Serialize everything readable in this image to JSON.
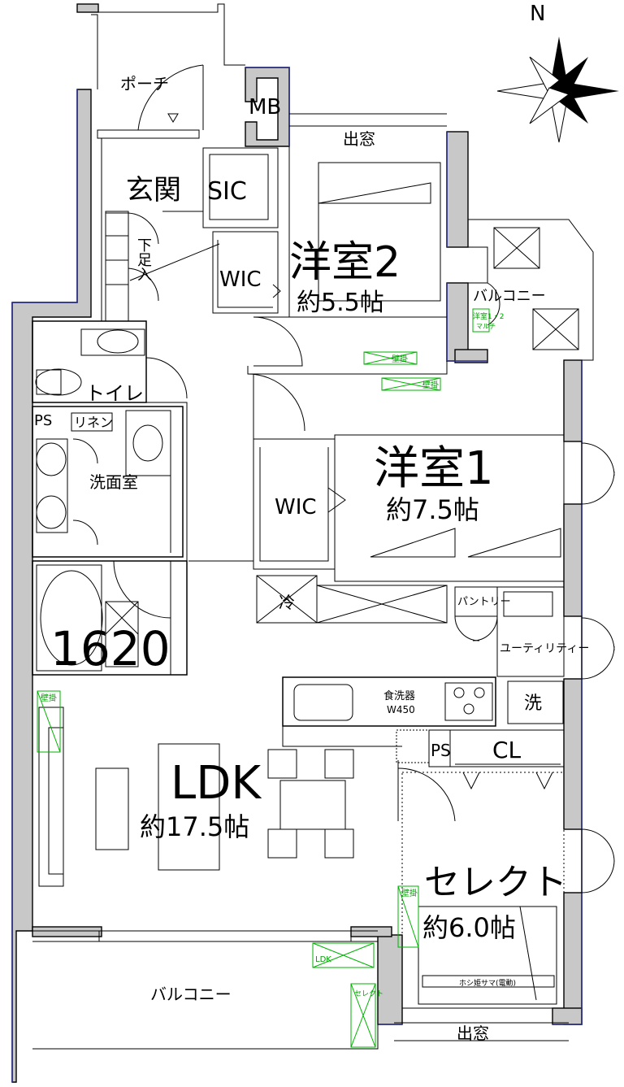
{
  "compass": {
    "label": "N"
  },
  "rooms": {
    "porch": "ポーチ",
    "mb": "MB",
    "entrance": "玄関",
    "sic": "SIC",
    "shoe_box": "下足入",
    "western2": {
      "name": "洋室2",
      "size": "約5.5帖"
    },
    "wic2": "WIC",
    "bay_window_top": "出窓",
    "balcony_small": "バルコニー",
    "toilet": "トイレ",
    "ps1": "PS",
    "linen": "リネン",
    "washroom": "洗面室",
    "western1": {
      "name": "洋室1",
      "size": "約7.5帖"
    },
    "wic1": "WIC",
    "bath": "1620",
    "fridge": "冷",
    "pantry": "パントリー",
    "utility": "ユーティリティー",
    "dishwasher": "食洗器",
    "dishwasher_size": "W450",
    "washer": "洗",
    "ps2": "PS",
    "cl": "CL",
    "ldk": {
      "name": "LDK",
      "size": "約17.5帖"
    },
    "select": {
      "name": "セレクト",
      "size": "約6.0帖"
    },
    "balcony_large": "バルコニー",
    "bay_window_bottom": "出窓"
  },
  "notes": {
    "wall_mount_1": "壁掛",
    "wall_mount_2": "壁掛",
    "wall_mount_ldk": "壁掛",
    "wall_mount_select": "壁掛",
    "western12": "洋室1・2",
    "multi": "マルチ",
    "ldk_ac": "LDK",
    "select_ac": "セレクト",
    "electric_curtain": "ホシ姫サマ(電動)"
  },
  "colors": {
    "wall": "#c8c8c8",
    "accent": "#2b2f8c",
    "annotation": "#00b200"
  }
}
